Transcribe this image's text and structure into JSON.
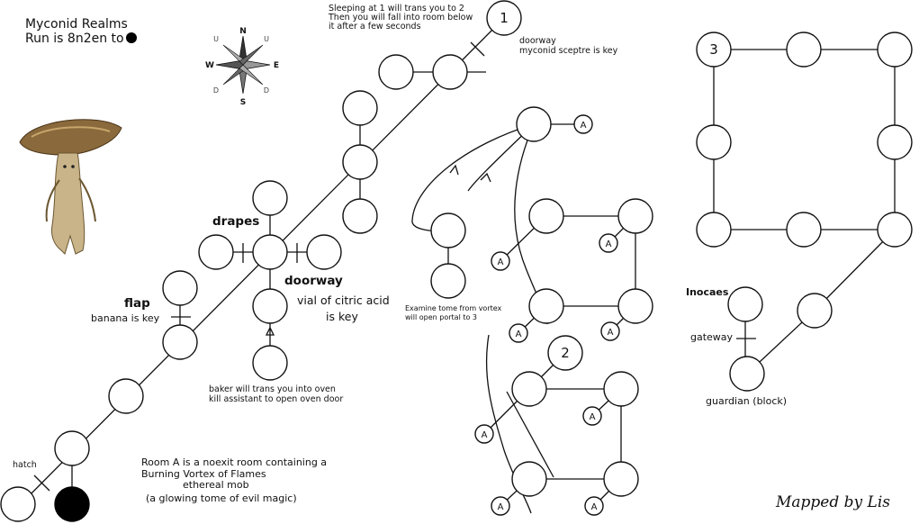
{
  "title": "Myconid Realms",
  "run": "Run is 8n2en to",
  "compass": {
    "n": "N",
    "s": "S",
    "e": "E",
    "w": "W",
    "u": "U",
    "d": "D"
  },
  "notes": {
    "sleeping_1": "Sleeping at 1 will trans you to 2",
    "sleeping_2": "Then you will fall into room below",
    "sleeping_3": "it after a few seconds",
    "doorway_top_1": "doorway",
    "doorway_top_2": "myconid sceptre is key",
    "drapes": "drapes",
    "doorway": "doorway",
    "vial_1": "vial of citric acid",
    "vial_2": "is key",
    "flap": "flap",
    "banana": "banana is key",
    "baker_1": "baker will trans you into oven",
    "baker_2": "kill assistant to open oven door",
    "hatch": "hatch",
    "room_a_1": "Room A is a noexit room containing a",
    "room_a_2": "Burning Vortex of Flames",
    "room_a_3": "ethereal mob",
    "room_a_4": "(a glowing tome of evil magic)",
    "tome_1": "Examine tome from vortex",
    "tome_2": "will open portal to 3",
    "inocaes": "Inocaes",
    "gateway": "gateway",
    "guardian": "guardian (block)",
    "mapped_by": "Mapped by Lis"
  },
  "room_labels": {
    "one": "1",
    "two": "2",
    "three": "3",
    "a": "A"
  },
  "colors": {
    "line": "#111111",
    "room_fill": "#ffffff",
    "dark_room": "#000000",
    "mushroom_cap": "#8a6a3c",
    "mushroom_stem": "#c9b48a"
  }
}
